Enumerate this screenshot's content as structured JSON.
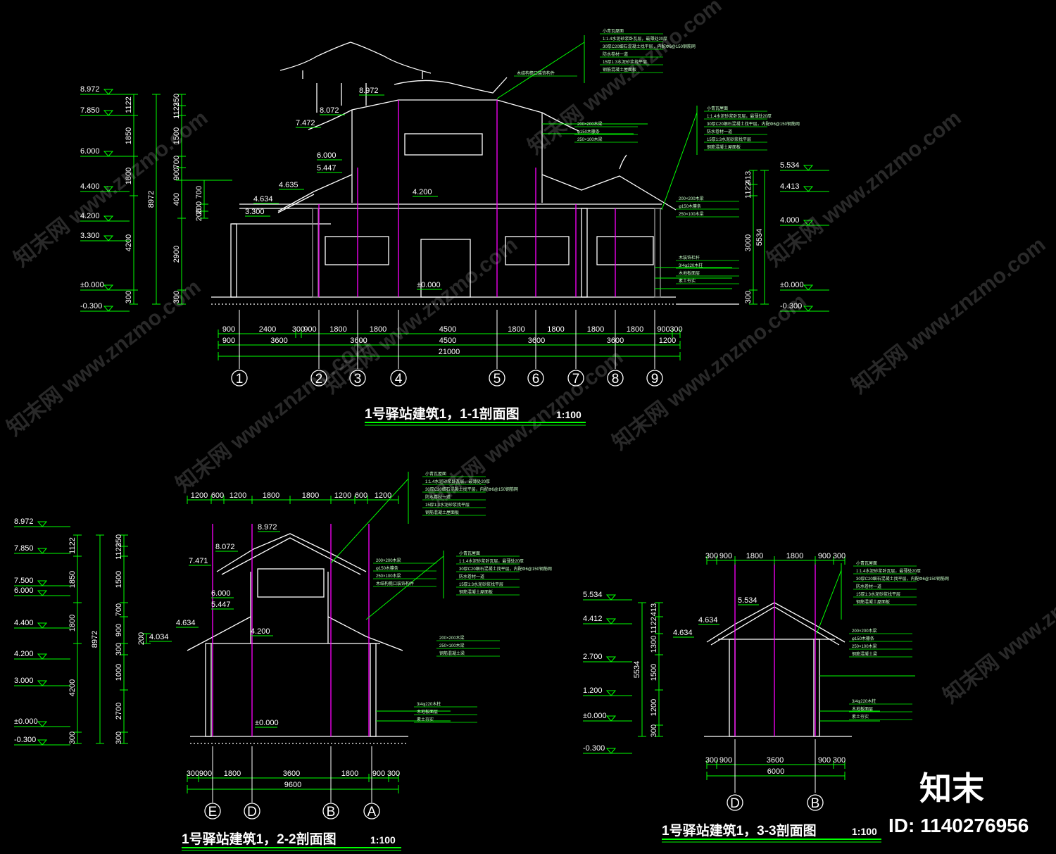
{
  "colors": {
    "background": "#000000",
    "line_green": "#00ff00",
    "line_white": "#ffffff",
    "line_magenta": "#ff00ff",
    "wall_gray": "#9a9a9a"
  },
  "sections": [
    {
      "id": "s1",
      "title": "1号驿站建筑1，1-1剖面图",
      "scale": "1:100",
      "elev_left": [
        "8.972",
        "7.850",
        "6.000",
        "4.400",
        "4.200",
        "3.300",
        "±0.000",
        "-0.300"
      ],
      "vdims_left": [
        "1122",
        "1850",
        "1800",
        "4200",
        "300"
      ],
      "vdims_left2": [
        "8972"
      ],
      "vdims_left3": [
        "350",
        "1122",
        "1500",
        "700",
        "900",
        "400",
        "2900",
        "300"
      ],
      "vdims_left4": [
        "700",
        "200",
        "200"
      ],
      "elev_right": [
        "5.534",
        "4.413",
        "4.000",
        "±0.000",
        "-0.300"
      ],
      "vdims_right": [
        "413",
        "1122",
        "5534",
        "3000",
        "300"
      ],
      "dims_row1": [
        "900",
        "2400",
        "300",
        "900",
        "1800",
        "1800",
        "4500",
        "1800",
        "1800",
        "1800",
        "1800",
        "900",
        "300"
      ],
      "dims_row2": [
        "900",
        "3600",
        "3600",
        "4500",
        "3600",
        "3600",
        "1200"
      ],
      "dims_total": "21000",
      "axes": [
        "1",
        "2",
        "3",
        "4",
        "5",
        "6",
        "7",
        "8",
        "9"
      ],
      "inner_elev": [
        "8.972",
        "8.072",
        "7.472",
        "6.000",
        "5.447",
        "4.635",
        "4.634",
        "3.300",
        "4.200",
        "±0.000"
      ]
    },
    {
      "id": "s2",
      "title": "1号驿站建筑1，2-2剖面图",
      "scale": "1:100",
      "elev_left": [
        "8.972",
        "7.850",
        "7.500",
        "6.000",
        "4.400",
        "4.200",
        "3.000",
        "±0.000",
        "-0.300"
      ],
      "vdims_left": [
        "1122",
        "1850",
        "1800",
        "4200",
        "300"
      ],
      "vdims_left2": [
        "8972"
      ],
      "vdims_left3": [
        "350",
        "1122",
        "1500",
        "700",
        "900",
        "300",
        "1000",
        "2700",
        "300"
      ],
      "vdims_left4": [
        "200"
      ],
      "top_dims": [
        "1200",
        "600",
        "1200",
        "1800",
        "1800",
        "1200",
        "600",
        "1200"
      ],
      "dims_row1": [
        "300",
        "900",
        "1800",
        "3600",
        "1800",
        "900",
        "300"
      ],
      "dims_total": "9600",
      "axes": [
        "E",
        "D",
        "B",
        "A"
      ],
      "inner_elev": [
        "8.972",
        "8.072",
        "7.471",
        "6.000",
        "5.447",
        "4.634",
        "4.034",
        "4.200",
        "±0.000"
      ]
    },
    {
      "id": "s3",
      "title": "1号驿站建筑1，3-3剖面图",
      "scale": "1:100",
      "elev_left": [
        "5.534",
        "4.412",
        "2.700",
        "1.200",
        "±0.000",
        "-0.300"
      ],
      "vdims_left": [
        "413",
        "1122",
        "5534",
        "1300",
        "1500",
        "1200",
        "300"
      ],
      "top_dims": [
        "300",
        "900",
        "1800",
        "1800",
        "900",
        "300"
      ],
      "dims_row1": [
        "300",
        "900",
        "3600",
        "900",
        "300"
      ],
      "dims_total": "6000",
      "axes": [
        "D",
        "B"
      ],
      "inner_elev": [
        "5.534",
        "4.634",
        "4.634"
      ]
    }
  ],
  "notes": [
    "小青瓦屋面",
    "1:1.4水泥砂浆卧瓦层，最薄处20厚",
    "30厚C20细石混凝土找平层，内配Φ6@150钢筋网",
    "防水卷材一道",
    "15厚1:3水泥砂浆找平层",
    "钢筋混凝土屋面板",
    "木结构檐口装饰构件",
    "200×200木梁",
    "φ150木檩条",
    "250×100木梁",
    "钢筋混凝土梁",
    "木装饰栏杆",
    "3/4φ220木柱",
    "木地板面层",
    "素土夯实"
  ],
  "watermark": {
    "text": "知末网 www.znzmo.com",
    "short": "znzmo.com"
  },
  "brand": {
    "logo": "知末",
    "id_label": "ID: 1140276956"
  }
}
